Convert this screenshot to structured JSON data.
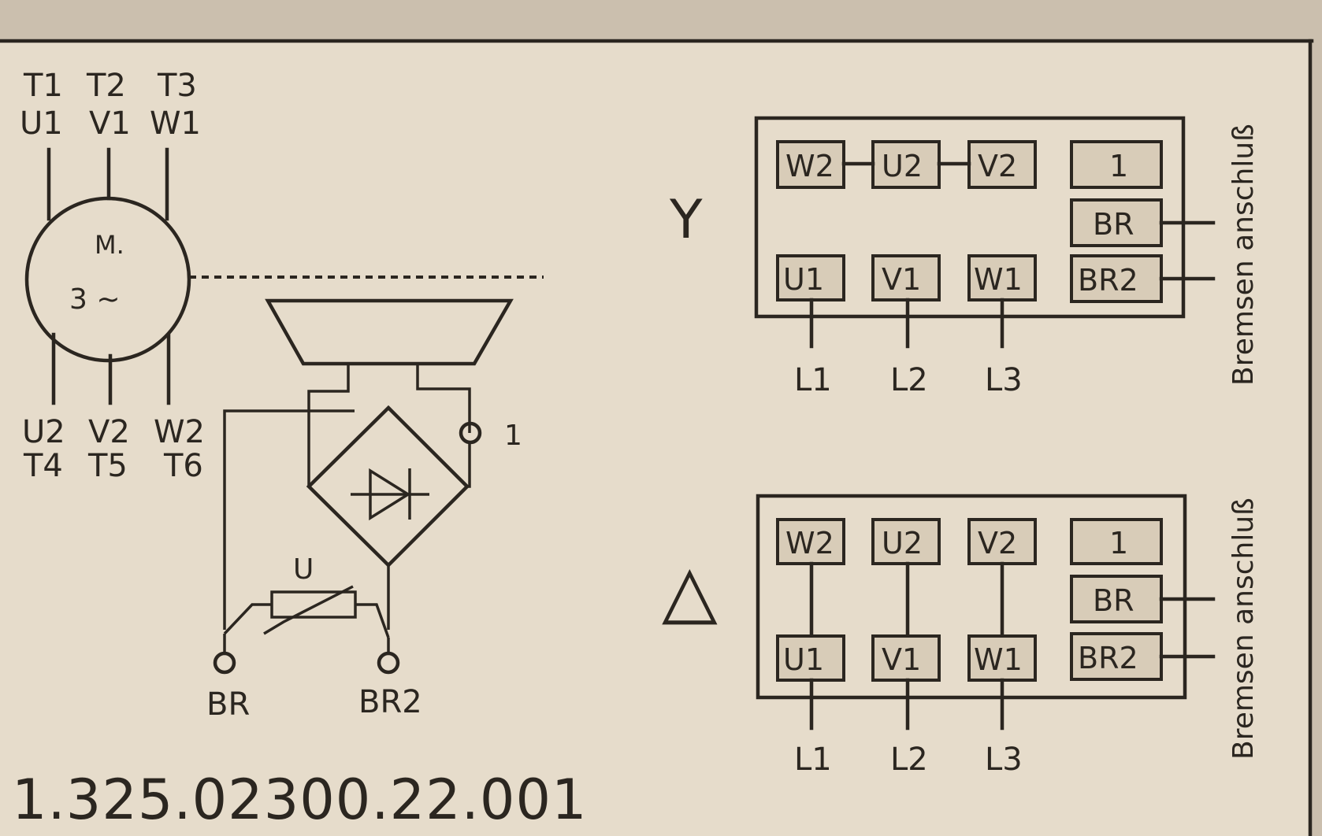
{
  "motor": {
    "top_labels": [
      {
        "t": "T1",
        "u": "U1"
      },
      {
        "t": "T2",
        "u": "V1"
      },
      {
        "t": "T3",
        "u": "W1"
      }
    ],
    "bottom_labels": [
      {
        "u": "U2",
        "t": "T4"
      },
      {
        "u": "V2",
        "t": "T5"
      },
      {
        "u": "W2",
        "t": "T6"
      }
    ],
    "symbol_letter": "M.",
    "symbol_phase": "3 ~"
  },
  "brake": {
    "varistor_label": "U",
    "terminal_1_label": "1",
    "br_label": "BR",
    "br2_label": "BR2"
  },
  "star_connection": {
    "symbol": "Y",
    "top_row": [
      "W2",
      "U2",
      "V2",
      "1"
    ],
    "bottom_row": [
      "U1",
      "V1",
      "W1"
    ],
    "brake_terminals": [
      "BR",
      "BR2"
    ],
    "lines": [
      "L1",
      "L2",
      "L3"
    ],
    "side_label": "Bremsen anschluß"
  },
  "delta_connection": {
    "symbol": "△",
    "top_row": [
      "W2",
      "U2",
      "V2",
      "1"
    ],
    "bottom_row": [
      "U1",
      "V1",
      "W1"
    ],
    "brake_terminals": [
      "BR",
      "BR2"
    ],
    "lines": [
      "L1",
      "L2",
      "L3"
    ],
    "side_label": "Bremsen anschluß"
  },
  "part_number": "1.325.02300.22.001"
}
